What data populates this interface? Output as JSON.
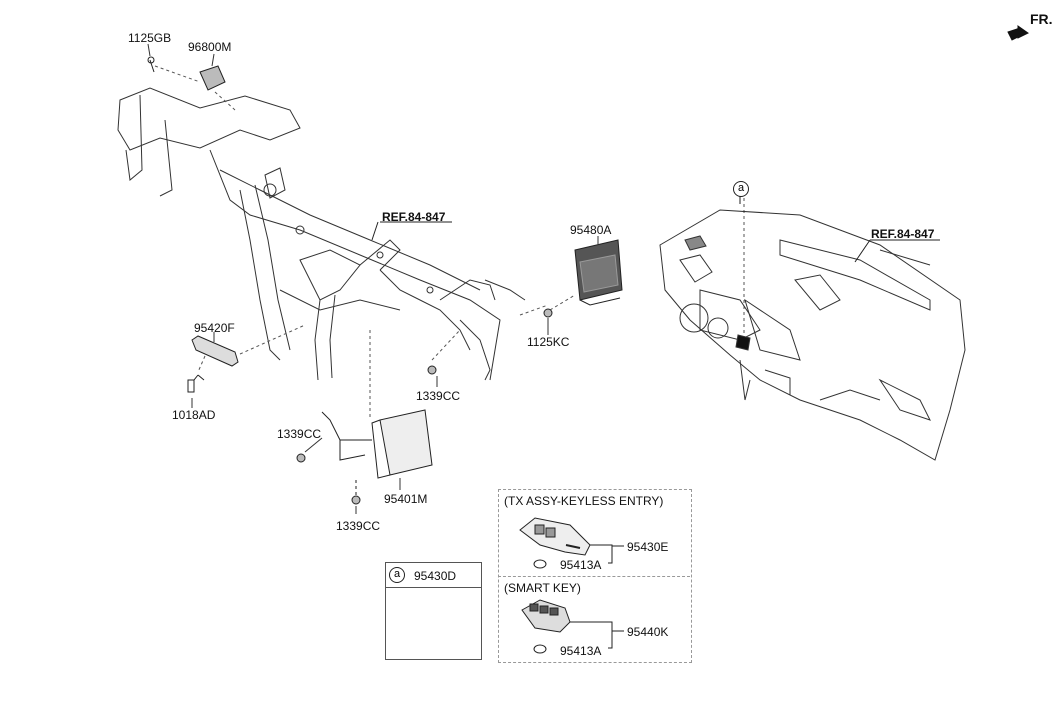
{
  "orientation_label": "FR.",
  "parts": {
    "p_1125GB": "1125GB",
    "p_96800M": "96800M",
    "p_95420F": "95420F",
    "p_1018AD": "1018AD",
    "p_1339CC_a": "1339CC",
    "p_1339CC_b": "1339CC",
    "p_1339CC_c": "1339CC",
    "p_95401M": "95401M",
    "p_95480A": "95480A",
    "p_1125KC": "1125KC",
    "p_95430E": "95430E",
    "p_95413A_a": "95413A",
    "p_95440K": "95440K",
    "p_95413A_b": "95413A",
    "p_95430D": "95430D"
  },
  "refs": {
    "ref_left": "REF.84-847",
    "ref_right": "REF.84-847"
  },
  "groups": {
    "keyless_title": "(TX ASSY-KEYLESS ENTRY)",
    "smartkey_title": "(SMART KEY)"
  },
  "callouts": {
    "circle_a_dash": "a",
    "circle_a_box": "a"
  }
}
